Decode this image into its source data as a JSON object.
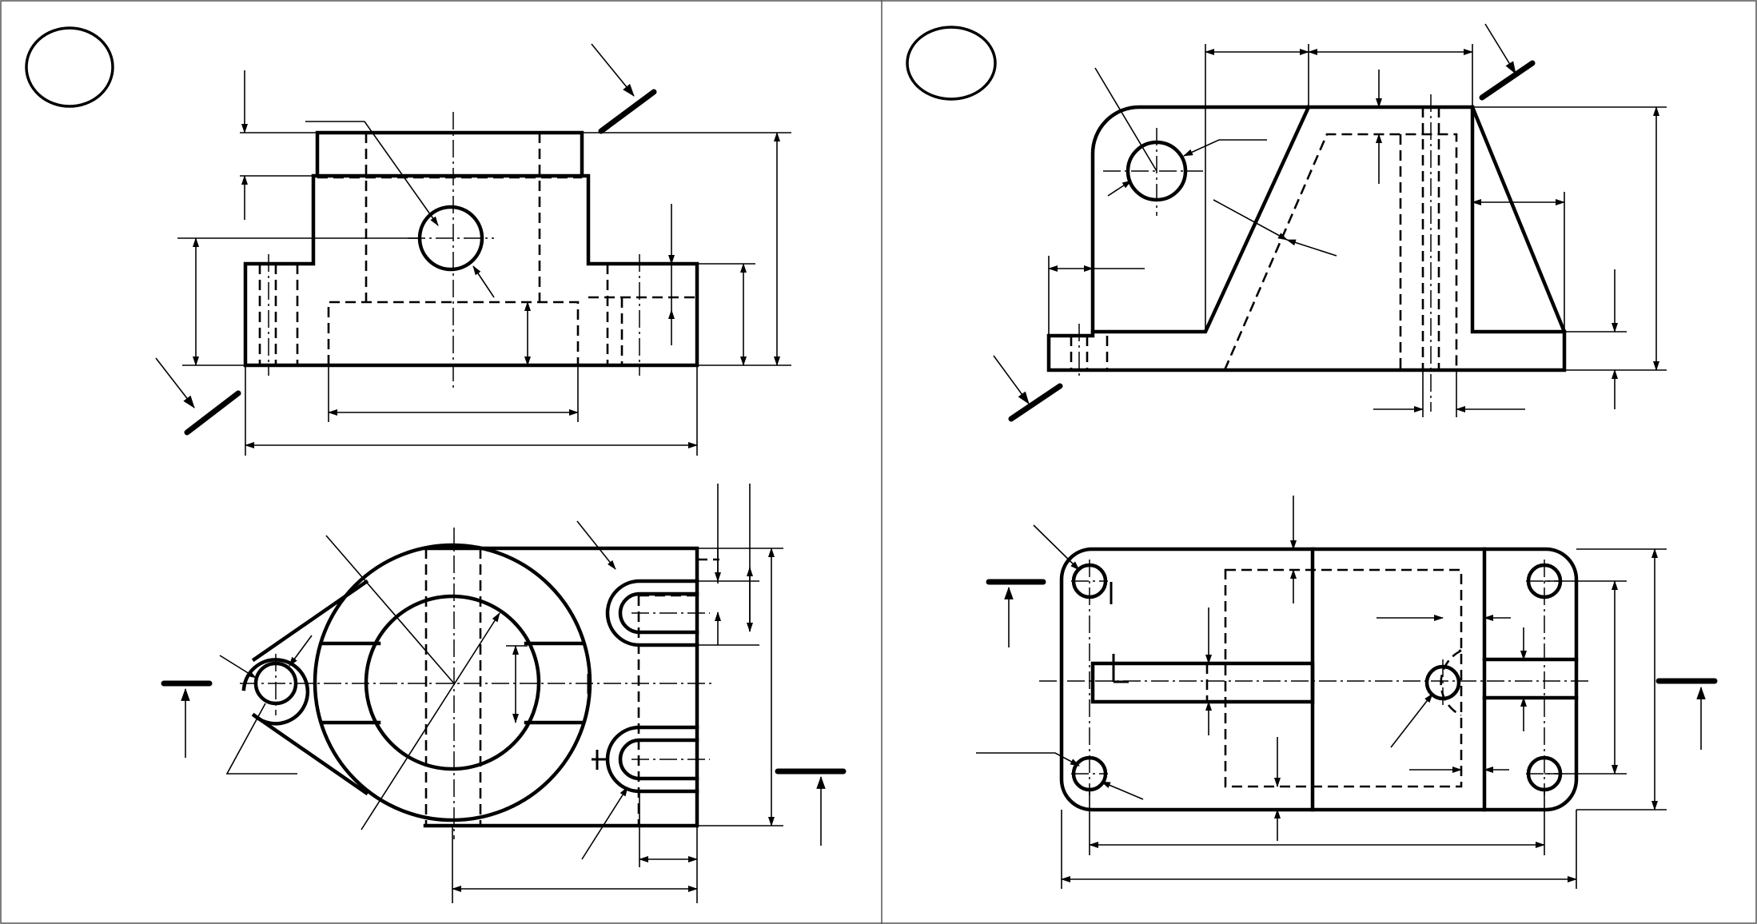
{
  "sheet": {
    "panels": [
      {
        "id": "left-exercise",
        "views": [
          "front-view",
          "top-view"
        ]
      },
      {
        "id": "right-exercise",
        "views": [
          "front-view",
          "top-view"
        ]
      }
    ],
    "number_circles": [
      "",
      ""
    ]
  }
}
